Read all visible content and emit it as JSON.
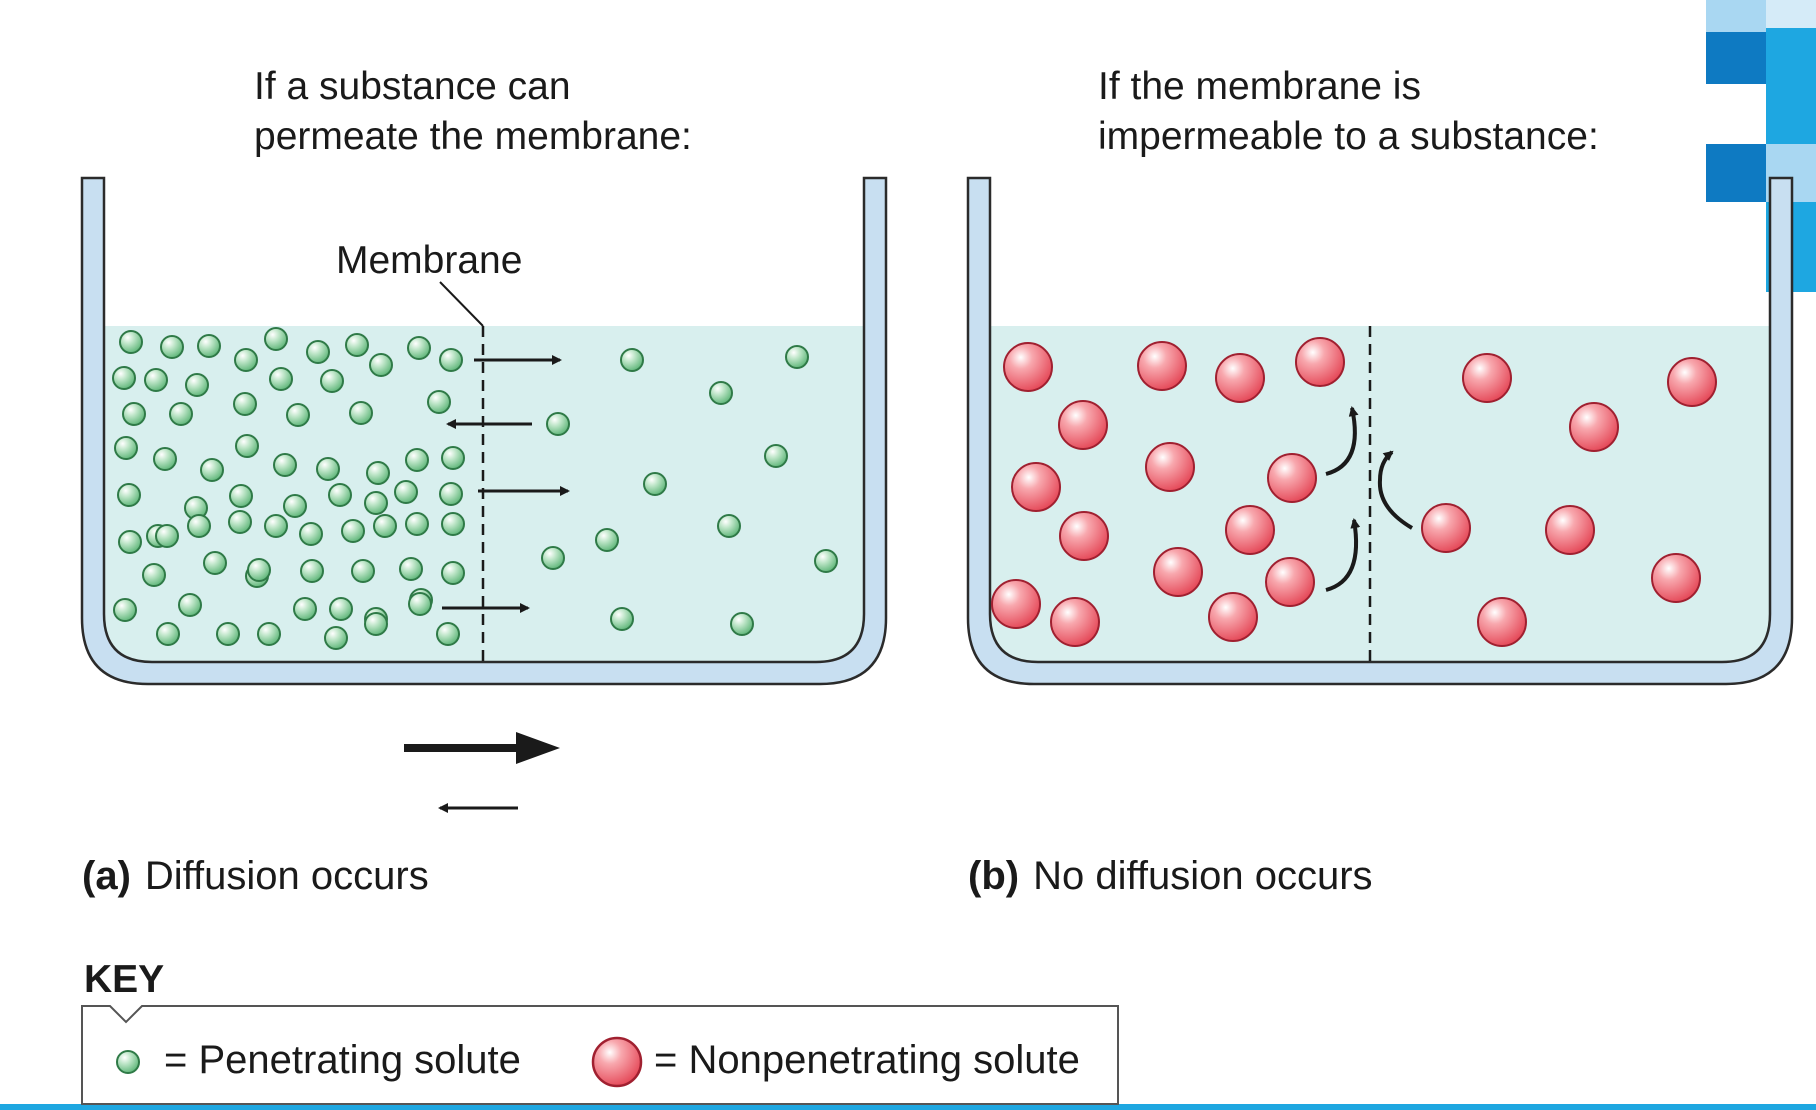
{
  "panels": {
    "a": {
      "title_line1": "If a substance can",
      "title_line2": "permeate the membrane:",
      "membrane_label": "Membrane",
      "caption_letter": "(a)",
      "caption_text": "Diffusion occurs"
    },
    "b": {
      "title_line1": "If the membrane is",
      "title_line2": "impermeable to a substance:",
      "caption_letter": "(b)",
      "caption_text": "No diffusion occurs"
    }
  },
  "key": {
    "title": "KEY",
    "penetrating_label": "= Penetrating solute",
    "nonpenetrating_label": "= Nonpenetrating solute"
  },
  "colors": {
    "water": "#d8efee",
    "beaker_wall": "#c8dff1",
    "outline": "#2b2b2b",
    "penetrating_solute": "#6cbf86",
    "nonpenetrating_solute": "#e9505d",
    "accent_squares": [
      "#0e7ac2",
      "#1ea7e1",
      "#a9d7f2"
    ]
  }
}
